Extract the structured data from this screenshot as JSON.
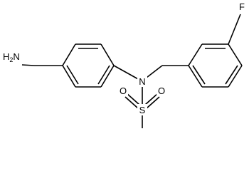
{
  "molecule": {
    "atoms": {
      "amine": "H2N",
      "amine_h": "H",
      "amine_sub": "2",
      "amine_n": "N",
      "nitrogen": "N",
      "sulfur": "S",
      "oxygen_left": "O",
      "oxygen_right": "O",
      "fluorine": "F"
    }
  }
}
